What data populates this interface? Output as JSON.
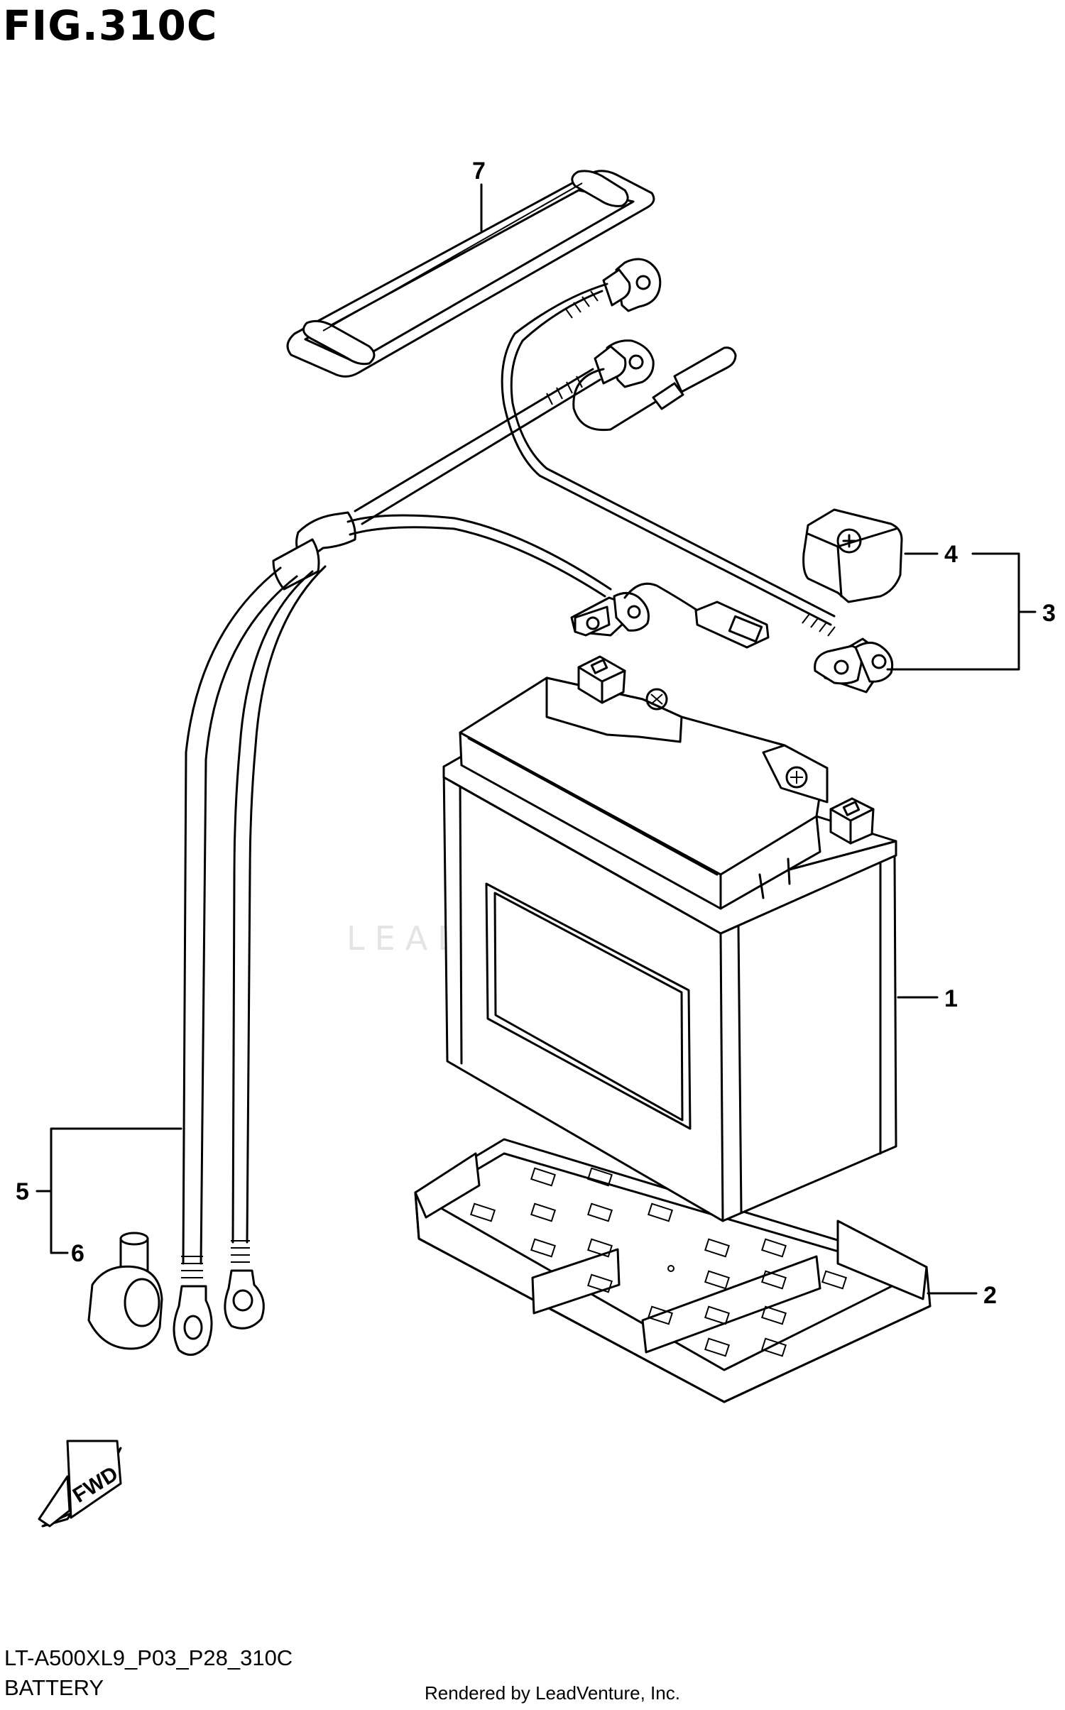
{
  "figure": {
    "title": "FIG.310C",
    "code": "LT-A500XL9_P03_P28_310C",
    "name": "BATTERY",
    "credit": "Rendered by LeadVenture, Inc.",
    "watermark": "LEADVENTURE",
    "direction_label": "FWD"
  },
  "callouts": [
    {
      "id": "1",
      "part": "battery"
    },
    {
      "id": "2",
      "part": "battery-tray"
    },
    {
      "id": "3",
      "part": "battery-cable-assembly"
    },
    {
      "id": "4",
      "part": "terminal-cover"
    },
    {
      "id": "5",
      "part": "battery-minus-lead-assembly"
    },
    {
      "id": "6",
      "part": "terminal-boot"
    },
    {
      "id": "7",
      "part": "battery-strap"
    }
  ]
}
